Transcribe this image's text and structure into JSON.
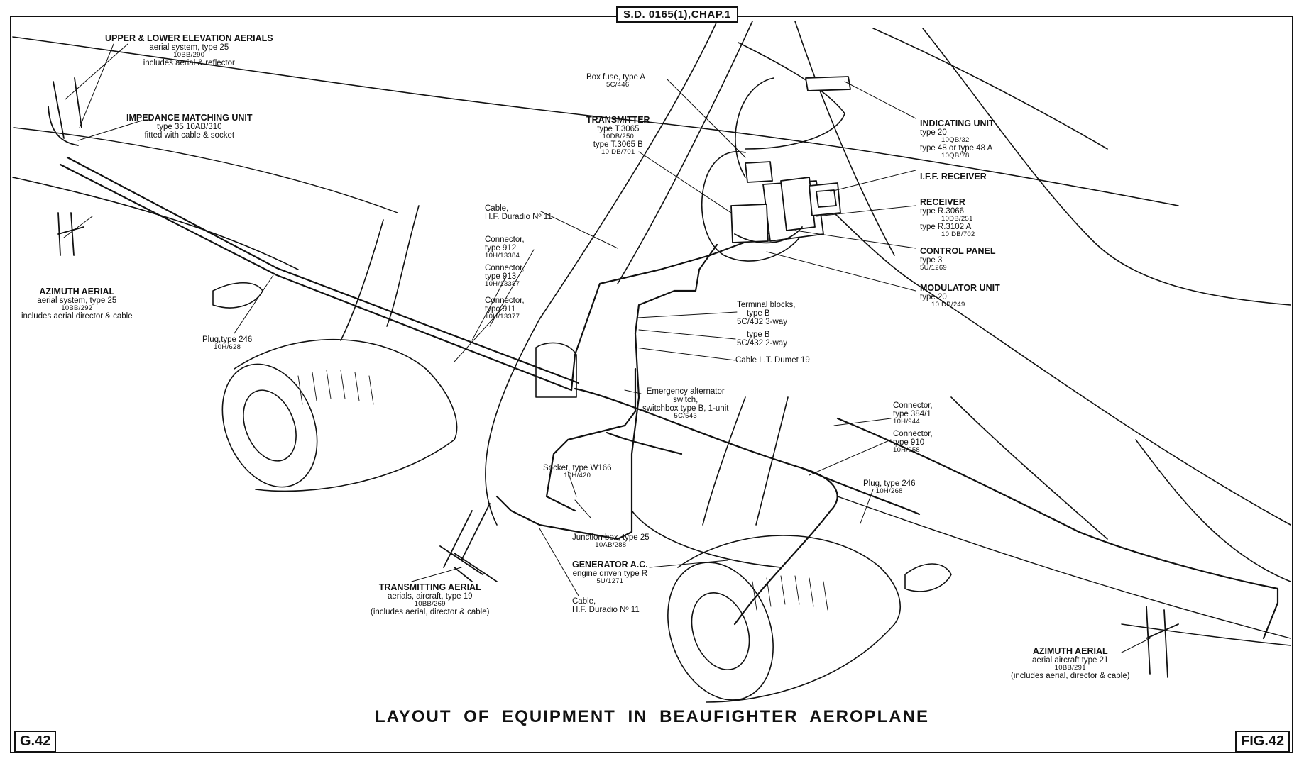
{
  "document": {
    "ref": "S.D. 0165(1),CHAP.1",
    "title": "LAYOUT OF EQUIPMENT IN BEAUFIGHTER AEROPLANE",
    "plate_left": "G.42",
    "plate_right": "FIG.42"
  },
  "labels": {
    "upper_lower": {
      "line1": "UPPER & LOWER ELEVATION AERIALS",
      "line2": "aerial system, type 25",
      "line3": "10BB/290",
      "line4": "includes aerial & reflector"
    },
    "impedance": {
      "line1": "IMPEDANCE MATCHING UNIT",
      "line2": "type 35   10AB/310",
      "line3": "fitted with cable & socket"
    },
    "azimuth_left": {
      "line1": "AZIMUTH AERIAL",
      "line2": "aerial system, type 25",
      "line3": "10BB/292",
      "line4": "includes aerial director & cable"
    },
    "plug_246_left": {
      "line1": "Plug,type 246",
      "line2": "10H/628"
    },
    "box_fuse": {
      "line1": "Box fuse, type A",
      "line2": "5C/446"
    },
    "transmitter": {
      "line1": "TRANSMITTER",
      "line2": "type T.3065",
      "line3": "10DB/250",
      "line4": "type T.3065 B",
      "line5": "10 DB/701"
    },
    "cable_hf_top": {
      "line1": "Cable,",
      "line2": "H.F. Duradio Nº 11"
    },
    "conn_912": {
      "line1": "Connector,",
      "line2": "type 912",
      "line3": "10H/13384"
    },
    "conn_913": {
      "line1": "Connector,",
      "line2": "type 913",
      "line3": "10H/13387"
    },
    "conn_911": {
      "line1": "Connector,",
      "line2": "type 911",
      "line3": "10H/13377"
    },
    "indicating": {
      "line1": "INDICATING UNIT",
      "line2": "type 20",
      "line3": "10QB/32",
      "line4": "type 48  or  type 48 A",
      "line5": "10QB/78"
    },
    "iff": {
      "line1": "I.F.F. RECEIVER"
    },
    "receiver": {
      "line1": "RECEIVER",
      "line2": "type R.3066",
      "line3": "10DB/251",
      "line4": "type R.3102 A",
      "line5": "10 DB/702"
    },
    "control": {
      "line1": "CONTROL PANEL",
      "line2": "type 3",
      "line3": "5U/1269"
    },
    "modulator": {
      "line1": "MODULATOR UNIT",
      "line2": "type 20",
      "line3": "10 DB/249"
    },
    "terminal3": {
      "line1": "Terminal blocks,",
      "line2": "type B",
      "line3": "5C/432  3-way"
    },
    "terminal2": {
      "line1": "type B",
      "line2": "5C/432  2-way"
    },
    "cable_lt": {
      "line1": "Cable L.T. Dumet 19"
    },
    "emergency": {
      "line1": "Emergency alternator",
      "line2": "switch,",
      "line3": "switchbox  type B, 1-unit",
      "line4": "5C/543"
    },
    "conn_384": {
      "line1": "Connector,",
      "line2": "type 384/1",
      "line3": "10H/944"
    },
    "conn_910": {
      "line1": "Connector,",
      "line2": "type 910",
      "line3": "10H/958"
    },
    "plug_246_right": {
      "line1": "Plug, type 246",
      "line2": "10H/268"
    },
    "socket": {
      "line1": "Socket, type W166",
      "line2": "10H/420"
    },
    "junction": {
      "line1": "Junction box, type 25",
      "line2": "10AB/288"
    },
    "generator": {
      "line1": "GENERATOR A.C.",
      "line2": "engine driven  type R",
      "line3": "5U/1271"
    },
    "cable_hf_bottom": {
      "line1": "Cable,",
      "line2": "H.F. Duradio Nº 11"
    },
    "transmitting": {
      "line1": "TRANSMITTING AERIAL",
      "line2": "aerials, aircraft, type 19",
      "line3": "10BB/269",
      "line4": "(includes aerial, director & cable)"
    },
    "azimuth_right": {
      "line1": "AZIMUTH AERIAL",
      "line2": "aerial aircraft type 21",
      "line3": "10BB/291",
      "line4": "(includes aerial, director & cable)"
    }
  }
}
